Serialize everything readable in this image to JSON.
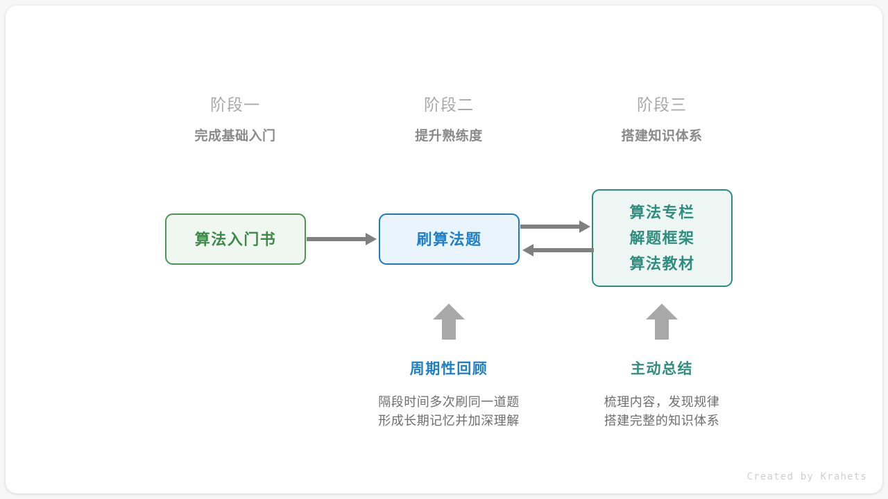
{
  "credit": "Created by Krahets",
  "colors": {
    "background": "#f7f7f7",
    "card": "#ffffff",
    "green_border": "#4d9354",
    "green_fill": "#f0f7f0",
    "green_text": "#3c8a48",
    "blue_border": "#1a7bc4",
    "blue_fill": "#eaf4fc",
    "blue_text": "#1d7fc8",
    "teal_border": "#2e8b7f",
    "teal_fill": "#eef6f4",
    "teal_text": "#2f8d80",
    "arrow": "#808080",
    "arrow_up": "#a8a8a8",
    "stage_title": "#a8a8a8",
    "stage_sub": "#8a8a8a",
    "desc_text": "#6e6e6e"
  },
  "stages": [
    {
      "title": "阶段一",
      "subtitle": "完成基础入门"
    },
    {
      "title": "阶段二",
      "subtitle": "提升熟练度"
    },
    {
      "title": "阶段三",
      "subtitle": "搭建知识体系"
    }
  ],
  "nodes": [
    {
      "id": "book",
      "lines": [
        "算法入门书"
      ]
    },
    {
      "id": "practice",
      "lines": [
        "刷算法题"
      ]
    },
    {
      "id": "resources",
      "lines": [
        "算法专栏",
        "解题框架",
        "算法教材"
      ]
    }
  ],
  "captions": [
    {
      "title": "周期性回顾",
      "desc_lines": [
        "隔段时间多次刷同一道题",
        "形成长期记忆并加深理解"
      ]
    },
    {
      "title": "主动总结",
      "desc_lines": [
        "梳理内容，发现规律",
        "搭建完整的知识体系"
      ]
    }
  ]
}
